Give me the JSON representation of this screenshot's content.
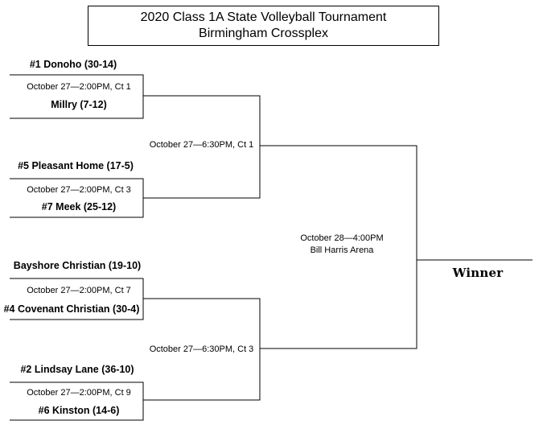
{
  "header": {
    "title": "2020 Class 1A State Volleyball Tournament",
    "subtitle": "Birmingham Crossplex"
  },
  "round1": [
    {
      "top_team": "#1 Donoho (30-14)",
      "game": "October 27—2:00PM, Ct 1",
      "bottom_team": "Millry (7-12)"
    },
    {
      "top_team": "#5 Pleasant Home (17-5)",
      "game": "October 27—2:00PM, Ct 3",
      "bottom_team": "#7 Meek (25-12)"
    },
    {
      "top_team": "Bayshore Christian (19-10)",
      "game": "October 27—2:00PM, Ct 7",
      "bottom_team": "#4 Covenant Christian (30-4)"
    },
    {
      "top_team": "#2 Lindsay Lane (36-10)",
      "game": "October 27—2:00PM, Ct 9",
      "bottom_team": "#6 Kinston (14-6)"
    }
  ],
  "semifinals": [
    {
      "game": "October 27—6:30PM, Ct 1"
    },
    {
      "game": "October 27—6:30PM, Ct 3"
    }
  ],
  "final": {
    "game": "October 28—4:00PM",
    "venue": "Bill Harris Arena"
  },
  "winner_label": "Winner"
}
